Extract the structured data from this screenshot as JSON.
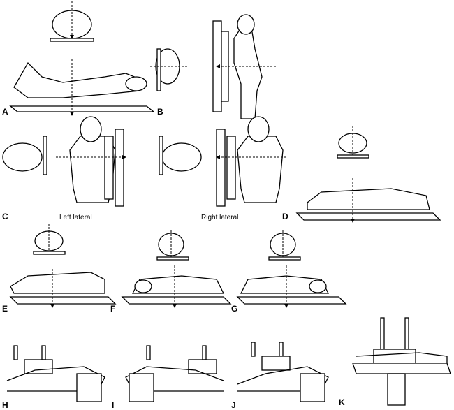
{
  "panels": {
    "A": "A",
    "B": "B",
    "C": "C",
    "D": "D",
    "E": "E",
    "F": "F",
    "G": "G",
    "H": "H",
    "I": "I",
    "J": "J",
    "K": "K"
  },
  "captions": {
    "left_lateral": "Left lateral",
    "right_lateral": "Right lateral"
  }
}
